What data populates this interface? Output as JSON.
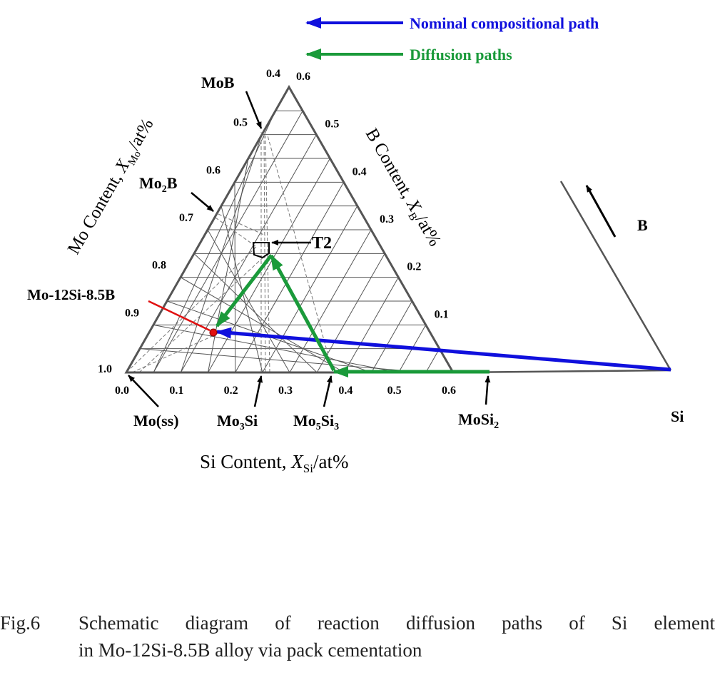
{
  "legend": {
    "nominal": {
      "label": "Nominal compositional path",
      "color": "#1010dd"
    },
    "diffusion": {
      "label": "Diffusion paths",
      "color": "#1a9a3a"
    }
  },
  "axes": {
    "mo_label": "Mo Content, ",
    "mo_var": "X",
    "mo_sub": "Mo",
    "mo_unit": "/at%",
    "b_label": "B Content, ",
    "b_var": "X",
    "b_sub": "B",
    "b_unit": "/at%",
    "si_label": "Si Content, ",
    "si_var": "X",
    "si_sub": "Si",
    "si_unit": "/at%",
    "mo_ticks": [
      "1.0",
      "0.9",
      "0.8",
      "0.7",
      "0.6",
      "0.5",
      "0.4"
    ],
    "b_ticks": [
      "0.1",
      "0.2",
      "0.3",
      "0.4",
      "0.5",
      "0.6"
    ],
    "si_ticks": [
      "0.0",
      "0.1",
      "0.2",
      "0.3",
      "0.4",
      "0.5",
      "0.6"
    ]
  },
  "phases": {
    "mob": "MoB",
    "mo2b": {
      "a": "Mo",
      "sub": "2",
      "b": "B"
    },
    "t2": "T2",
    "alloy": "Mo-12Si-8.5B",
    "moss": "Mo(ss)",
    "mo3si": {
      "a": "Mo",
      "sub": "3",
      "b": "Si"
    },
    "mo5si3": {
      "a": "Mo",
      "sub1": "5",
      "b": "Si",
      "sub2": "3"
    },
    "mosi2": {
      "a": "MoSi",
      "sub": "2"
    },
    "si": "Si",
    "b": "B"
  },
  "caption": {
    "fig": "Fig.6",
    "line1": "Schematic diagram of reaction diffusion paths of Si element",
    "line2": "in Mo-12Si-8.5B alloy via pack cementation"
  }
}
